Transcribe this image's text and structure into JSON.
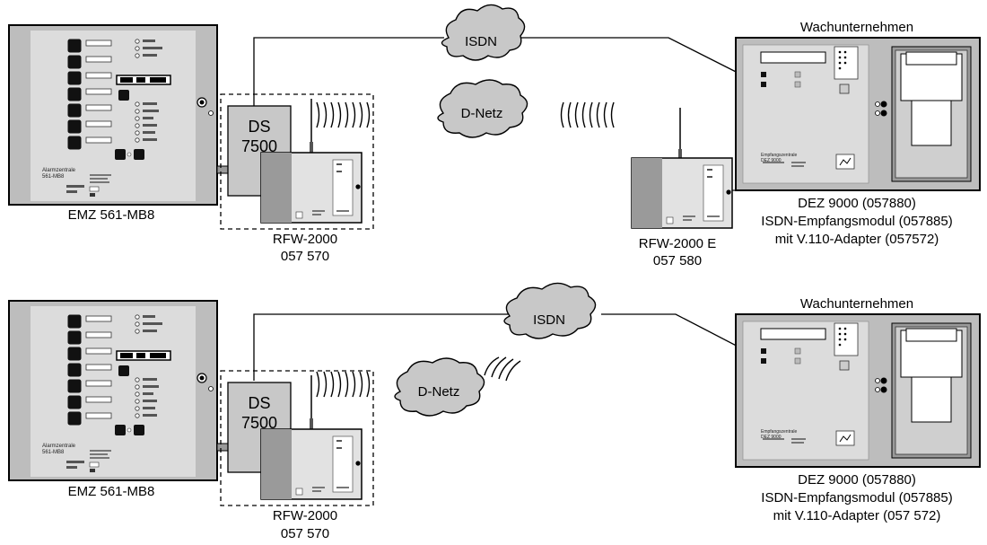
{
  "top": {
    "alarm_panel": {
      "caption": "EMZ 561-MB8",
      "panel_text_1": "Alarmzentrale",
      "panel_text_2": "561-MB8"
    },
    "ds": {
      "line1": "DS",
      "line2": "7500"
    },
    "rfw_sender": {
      "caption_1": "RFW-2000",
      "caption_2": "057 570"
    },
    "rfw_receiver": {
      "caption_1": "RFW-2000 E",
      "caption_2": "057 580"
    },
    "isdn": "ISDN",
    "dnetz": "D-Netz",
    "security_company": {
      "title": "Wachunternehmen",
      "panel_label_1": "Empfangszentrale",
      "panel_label_2": "DEZ 9000",
      "caption_1": "DEZ 9000 (057880)",
      "caption_2": "ISDN-Empfangsmodul (057885)",
      "caption_3": "mit V.110-Adapter (057572)"
    }
  },
  "bottom": {
    "alarm_panel": {
      "caption": "EMZ 561-MB8",
      "panel_text_1": "Alarmzentrale",
      "panel_text_2": "561-MB8"
    },
    "ds": {
      "line1": "DS",
      "line2": "7500"
    },
    "rfw_sender": {
      "caption_1": "RFW-2000",
      "caption_2": "057 570"
    },
    "isdn": "ISDN",
    "dnetz": "D-Netz",
    "security_company": {
      "title": "Wachunternehmen",
      "panel_label_1": "Empfangszentrale",
      "panel_label_2": "DEZ 9000",
      "caption_1": "DEZ 9000 (057880)",
      "caption_2": "ISDN-Empfangsmodul (057885)",
      "caption_3": "mit V.110-Adapter (057 572)"
    }
  },
  "colors": {
    "panel_outer": "#bdbdbd",
    "panel_inner": "#dcdcdc",
    "cloud": "#c8c8c8",
    "module_dark": "#9a9a9a",
    "module_light": "#e2e2e2"
  }
}
